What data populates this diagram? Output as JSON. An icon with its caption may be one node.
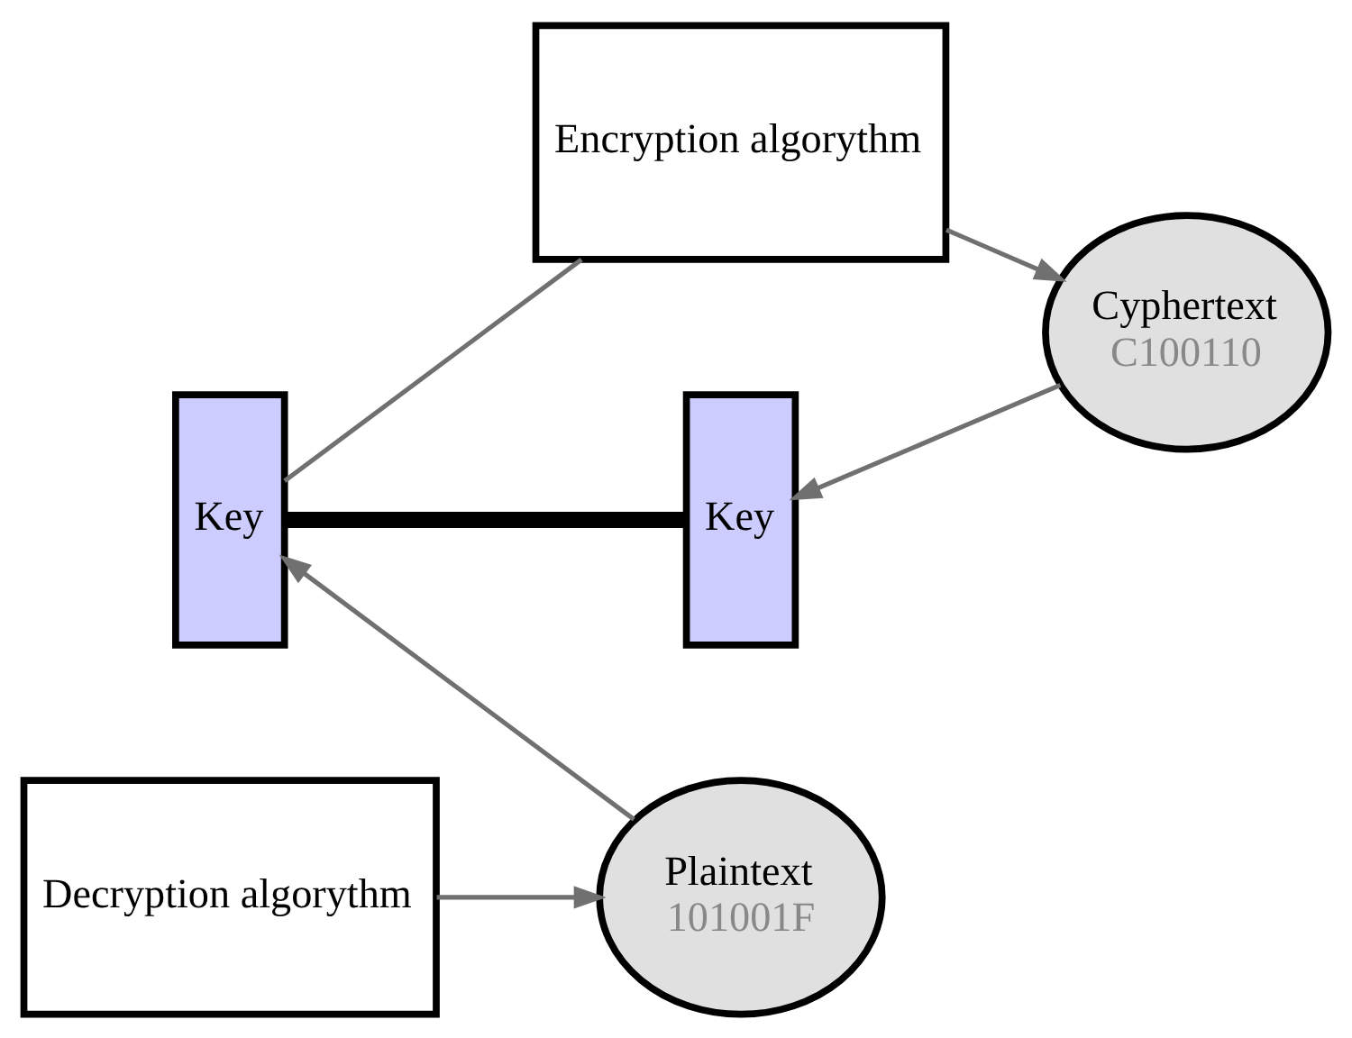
{
  "diagram": {
    "nodes": [
      {
        "text": [
          "Key"
        ]
      },
      {
        "text": [
          "Encryption algorythm"
        ]
      },
      {
        "text": [
          "Cyphertext",
          "C100110"
        ]
      },
      {
        "text": [
          "Key"
        ]
      },
      {
        "text": [
          "Decryption algorythm"
        ]
      },
      {
        "text": [
          "Plaintext",
          "101001F"
        ]
      }
    ],
    "edges": [
      {
        "from": 0,
        "to": 1,
        "arrow": "none"
      },
      {
        "from": 1,
        "to": 2,
        "arrow": "to"
      },
      {
        "from": 2,
        "to": 3,
        "arrow": "to"
      },
      {
        "from": 0,
        "to": 3,
        "arrow": "none",
        "style": "thick",
        "color": "#000000"
      },
      {
        "from": 4,
        "to": 5,
        "arrow": "to"
      },
      {
        "from": 5,
        "to": 0,
        "arrow": "to"
      }
    ]
  }
}
